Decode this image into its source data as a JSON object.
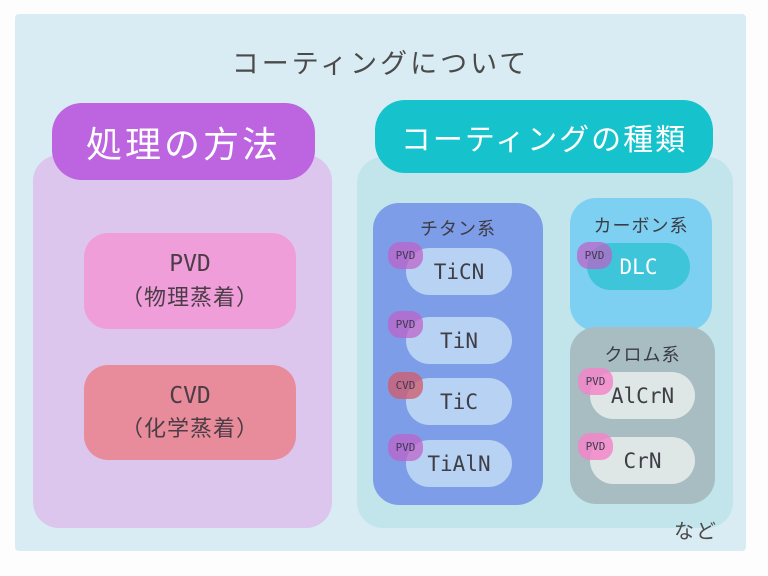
{
  "title": "コーティングについて",
  "footnote": "など",
  "left": {
    "header": "処理の方法",
    "boxes": [
      {
        "name": "PVD",
        "desc": "（物理蒸着）"
      },
      {
        "name": "CVD",
        "desc": "（化学蒸着）"
      }
    ]
  },
  "right": {
    "header": "コーティングの種類",
    "groups": [
      {
        "title": "チタン系",
        "items": [
          {
            "badge": "PVD",
            "label": "TiCN"
          },
          {
            "badge": "PVD",
            "label": "TiN"
          },
          {
            "badge": "CVD",
            "label": "TiC"
          },
          {
            "badge": "PVD",
            "label": "TiAlN"
          }
        ]
      },
      {
        "title": "カーボン系",
        "items": [
          {
            "badge": "PVD",
            "label": "DLC"
          }
        ]
      },
      {
        "title": "クロム系",
        "items": [
          {
            "badge": "PVD",
            "label": "AlCrN"
          },
          {
            "badge": "PVD",
            "label": "CrN"
          }
        ]
      }
    ]
  },
  "colors": {
    "page_bg": "#fdfdfd",
    "card_bg": "#d9ecf4",
    "method_header_bg": "#bd64e0",
    "method_panel_bg": "#dcc6ee",
    "pvd_box_bg": "#ef9ed9",
    "cvd_box_bg": "#e88c9c",
    "types_header_bg": "#16c3cd",
    "types_panel_bg": "#c1e5ea",
    "titanium_panel_bg": "#7e9de8",
    "titanium_pill_bg": "#b7d2f2",
    "carbon_panel_bg": "#7ed0f3",
    "carbon_pill_bg": "#3ec5da",
    "chrome_panel_bg": "#a7bdc2",
    "chrome_pill_bg": "#dfe7e6",
    "badge_pvd_purple": "rgba(190,95,200,0.72)",
    "badge_cvd_rose": "rgba(208,92,110,0.78)",
    "badge_pvd_pink": "rgba(245,130,200,0.82)",
    "header_text": "#ffffff",
    "body_text": "#47464c"
  }
}
